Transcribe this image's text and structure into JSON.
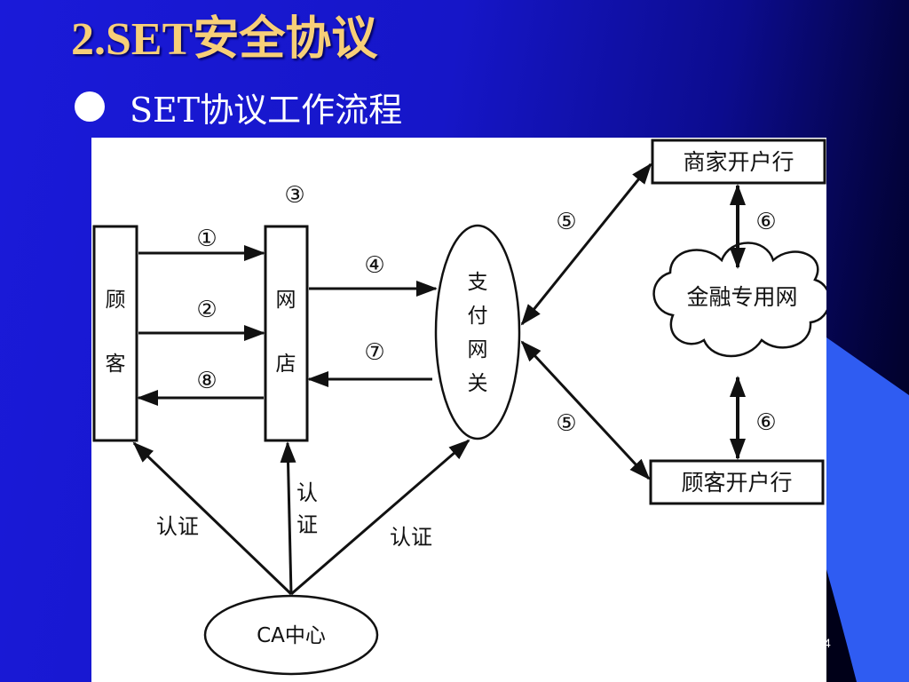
{
  "slide": {
    "title": "2.SET安全协议",
    "bullet": "SET协议工作流程",
    "page_number": "4"
  },
  "diagram": {
    "customer_chars": [
      "顾",
      "客"
    ],
    "store_chars": [
      "网",
      "店"
    ],
    "gateway_chars": [
      "支",
      "付",
      "网",
      "关"
    ],
    "merchant_bank": "商家开户行",
    "customer_bank": "顾客开户行",
    "financial_network": "金融专用网",
    "ca_center": "CA中心",
    "steps": {
      "s1": "①",
      "s2": "②",
      "s3": "③",
      "s4": "④",
      "s5_upper": "⑤",
      "s5_lower": "⑤",
      "s6_upper": "⑥",
      "s6_lower": "⑥",
      "s7": "⑦",
      "s8": "⑧"
    },
    "cert_left": "认证",
    "cert_middle_chars": [
      "认",
      "证"
    ],
    "cert_right": "认证"
  },
  "colors": {
    "title": "#f7cf78",
    "text": "#ffffff",
    "panel": "#ffffff",
    "accent_shape": "#2f5cf2",
    "line": "#111111"
  }
}
